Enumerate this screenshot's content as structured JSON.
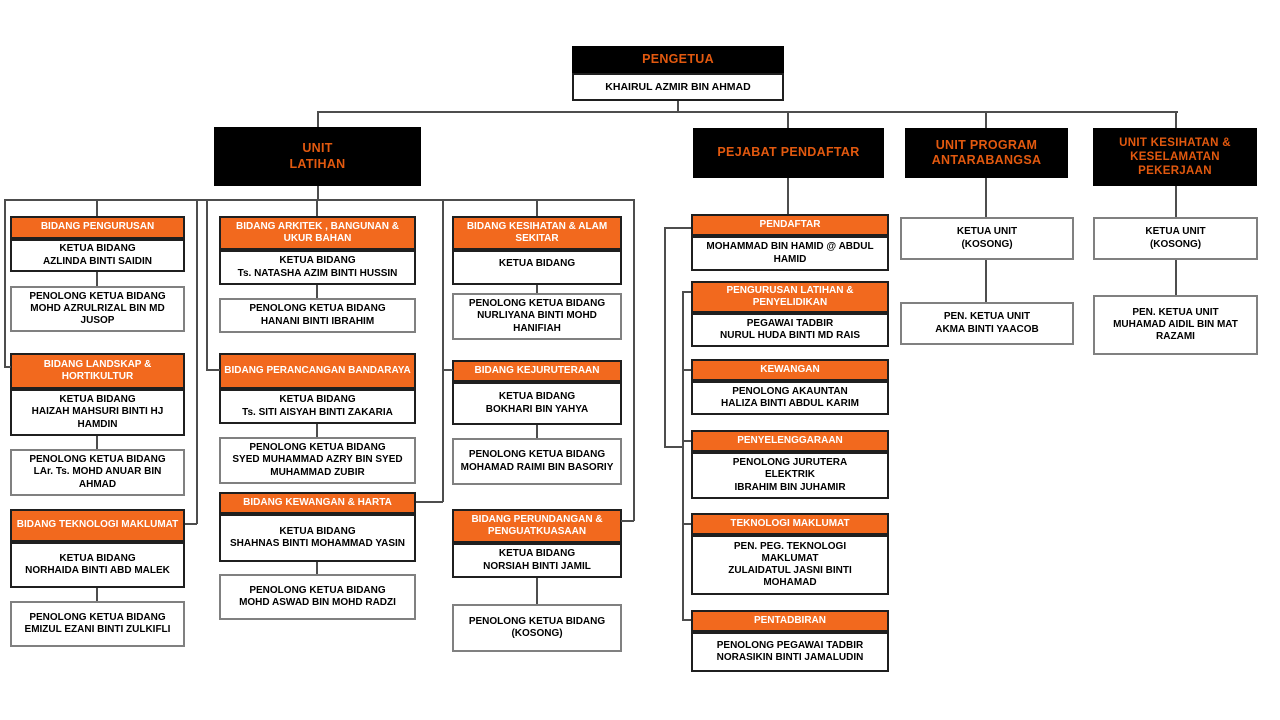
{
  "colors": {
    "orange": "#F2691E",
    "accent_text": "#E2590F",
    "black": "#000000",
    "line": "#4d4d4d",
    "border_dark": "#1f1f1f",
    "border_gray": "#808080"
  },
  "pengetua": {
    "title": "PENGETUA",
    "name": "KHAIRUL AZMIR BIN AHMAD"
  },
  "units": {
    "latihan": {
      "label": "UNIT\nLATIHAN"
    },
    "pendaftar": {
      "label": "PEJABAT PENDAFTAR"
    },
    "program": {
      "label": "UNIT  PROGRAM\nANTARABANGSA"
    },
    "kesihatan": {
      "label": "UNIT KESIHATAN &\nKESELAMATAN\nPEKERJAAN"
    }
  },
  "latihan": {
    "col1": [
      {
        "header": "BIDANG PENGURUSAN",
        "ketua_role": "KETUA BIDANG",
        "ketua_name": "AZLINDA BINTI SAIDIN",
        "pen_role": "PENOLONG KETUA BIDANG",
        "pen_name": "MOHD AZRULRIZAL BIN MD JUSOP"
      },
      {
        "header": "BIDANG LANDSKAP & HORTIKULTUR",
        "ketua_role": "KETUA BIDANG",
        "ketua_name": "HAIZAH MAHSURI BINTI HJ HAMDIN",
        "pen_role": "PENOLONG KETUA BIDANG",
        "pen_name": "LAr. Ts. MOHD ANUAR BIN AHMAD"
      },
      {
        "header": "BIDANG TEKNOLOGI MAKLUMAT",
        "ketua_role": "KETUA BIDANG",
        "ketua_name": "NORHAIDA BINTI ABD MALEK",
        "pen_role": "PENOLONG KETUA BIDANG",
        "pen_name": "EMIZUL EZANI BINTI ZULKIFLI"
      }
    ],
    "col2": [
      {
        "header": "BIDANG ARKITEK , BANGUNAN & UKUR BAHAN",
        "ketua_role": "KETUA BIDANG",
        "ketua_name": "Ts. NATASHA AZIM BINTI HUSSIN",
        "pen_role": "PENOLONG KETUA BIDANG",
        "pen_name": "HANANI BINTI IBRAHIM"
      },
      {
        "header": "BIDANG PERANCANGAN BANDARAYA",
        "ketua_role": "KETUA BIDANG",
        "ketua_name": "Ts. SITI AISYAH BINTI ZAKARIA",
        "pen_role": "PENOLONG KETUA BIDANG",
        "pen_name": "SYED MUHAMMAD AZRY BIN SYED MUHAMMAD ZUBIR"
      },
      {
        "header": "BIDANG KEWANGAN & HARTA",
        "ketua_role": "KETUA BIDANG",
        "ketua_name": "SHAHNAS BINTI MOHAMMAD YASIN",
        "pen_role": "PENOLONG KETUA BIDANG",
        "pen_name": "MOHD ASWAD BIN MOHD RADZI"
      }
    ],
    "col3": [
      {
        "header": "BIDANG KESIHATAN & ALAM SEKITAR",
        "ketua_role": "KETUA BIDANG",
        "ketua_name": "",
        "pen_role": "PENOLONG KETUA BIDANG",
        "pen_name": "NURLIYANA BINTI MOHD HANIFIAH"
      },
      {
        "header": "BIDANG KEJURUTERAAN",
        "ketua_role": "KETUA BIDANG",
        "ketua_name": "BOKHARI BIN YAHYA",
        "pen_role": "PENOLONG KETUA BIDANG",
        "pen_name": "MOHAMAD RAIMI BIN BASORIY"
      },
      {
        "header": "BIDANG PERUNDANGAN & PENGUATKUASAAN",
        "ketua_role": "KETUA BIDANG",
        "ketua_name": "NORSIAH BINTI JAMIL",
        "pen_role": "PENOLONG KETUA BIDANG",
        "pen_name": "(KOSONG)"
      }
    ]
  },
  "pendaftar_office": {
    "pendaftar": {
      "header": "PENDAFTAR",
      "name": "MOHAMMAD BIN HAMID @ ABDUL HAMID"
    },
    "sections": [
      {
        "header": "PENGURUSAN LATIHAN & PENYELIDIKAN",
        "role": "PEGAWAI TADBIR",
        "name": "NURUL HUDA BINTI MD RAIS"
      },
      {
        "header": "KEWANGAN",
        "role": "PENOLONG AKAUNTAN",
        "name": "HALIZA BINTI ABDUL KARIM"
      },
      {
        "header": "PENYELENGGARAAN",
        "role": "PENOLONG JURUTERA ELEKTRIK",
        "name": "IBRAHIM BIN JUHAMIR"
      },
      {
        "header": "TEKNOLOGI MAKLUMAT",
        "role": "PEN. PEG. TEKNOLOGI MAKLUMAT",
        "name": "ZULAIDATUL JASNI BINTI MOHAMAD"
      },
      {
        "header": "PENTADBIRAN",
        "role": "PENOLONG PEGAWAI TADBIR",
        "name": "NORASIKIN BINTI JAMALUDIN"
      }
    ]
  },
  "program": {
    "ketua_role": "KETUA UNIT",
    "ketua_name": "(KOSONG)",
    "pen_role": "PEN. KETUA UNIT",
    "pen_name": "AKMA BINTI YAACOB"
  },
  "kesihatan_unit": {
    "ketua_role": "KETUA UNIT",
    "ketua_name": "(KOSONG)",
    "pen_role": "PEN. KETUA UNIT",
    "pen_name": "MUHAMAD AIDIL BIN MAT RAZAMI"
  }
}
